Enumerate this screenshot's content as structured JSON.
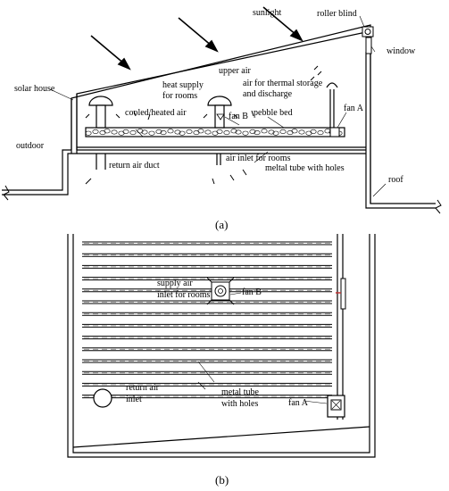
{
  "figure_a": {
    "caption": "(a)",
    "labels": {
      "sunlight": "sunlight",
      "roller_blind": "roller blind",
      "window": "window",
      "solar_house": "solar house",
      "upper_air": "upper air",
      "air_thermal_line1": "air for thermal storage",
      "air_thermal_line2": "and discharge",
      "heat_supply_line1": "heat supply",
      "heat_supply_line2": "for rooms",
      "cooled_heated_air": "cooled/heated air",
      "fan_b": "fan B",
      "pebble_bed": "pebble bed",
      "fan_a": "fan A",
      "outdoor": "outdoor",
      "return_air_duct": "return air duct",
      "air_inlet_rooms": "air inlet for rooms",
      "metal_tube_holes": "meltal tube with holes",
      "roof": "roof"
    }
  },
  "figure_b": {
    "caption": "(b)",
    "labels": {
      "supply_air_line1": "supply air",
      "supply_air_line2": "inlet for rooms",
      "fan_b": "fan B",
      "return_air_line1": "return air",
      "return_air_line2": "inlet",
      "metal_tube_line1": "metal tube",
      "metal_tube_line2": "with holes",
      "fan_a": "fan A"
    }
  }
}
